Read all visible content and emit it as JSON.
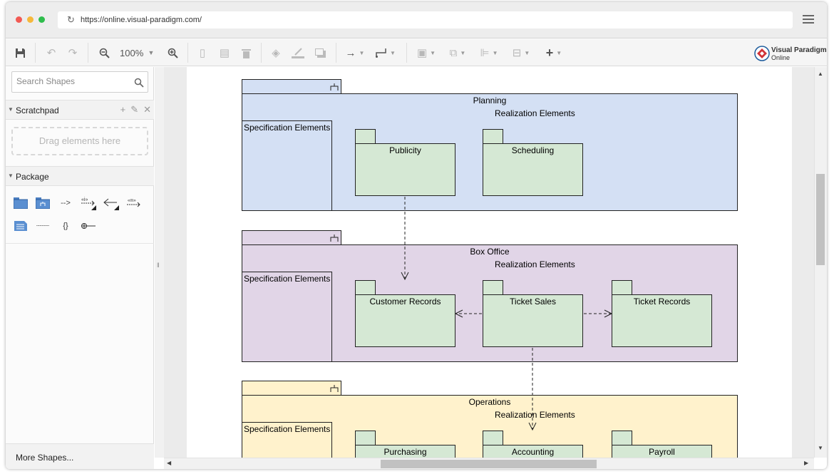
{
  "browser": {
    "url": "https://online.visual-paradigm.com/",
    "reload_icon": "↻"
  },
  "toolbar": {
    "zoom": "100%",
    "logo_line1": "Visual Paradigm",
    "logo_line2": "Online"
  },
  "sidebar": {
    "search_placeholder": "Search Shapes",
    "scratchpad_title": "Scratchpad",
    "dropzone_text": "Drag elements here",
    "package_title": "Package",
    "more_shapes": "More Shapes..."
  },
  "diagram": {
    "packages": [
      {
        "name": "Planning",
        "color": "#d4e0f4",
        "spec_label": "Specification Elements",
        "real_label": "Realization Elements",
        "subpackages": [
          "Publicity",
          "Scheduling"
        ]
      },
      {
        "name": "Box Office",
        "color": "#e1d5e7",
        "spec_label": "Specification Elements",
        "real_label": "Realization Elements",
        "subpackages": [
          "Customer Records",
          "Ticket Sales",
          "Ticket Records"
        ]
      },
      {
        "name": "Operations",
        "color": "#fff2cc",
        "spec_label": "Specification Elements",
        "real_label": "Realization Elements",
        "subpackages": [
          "Purchasing",
          "Accounting",
          "Payroll"
        ]
      }
    ],
    "subpackage_color": "#d5e8d4"
  }
}
